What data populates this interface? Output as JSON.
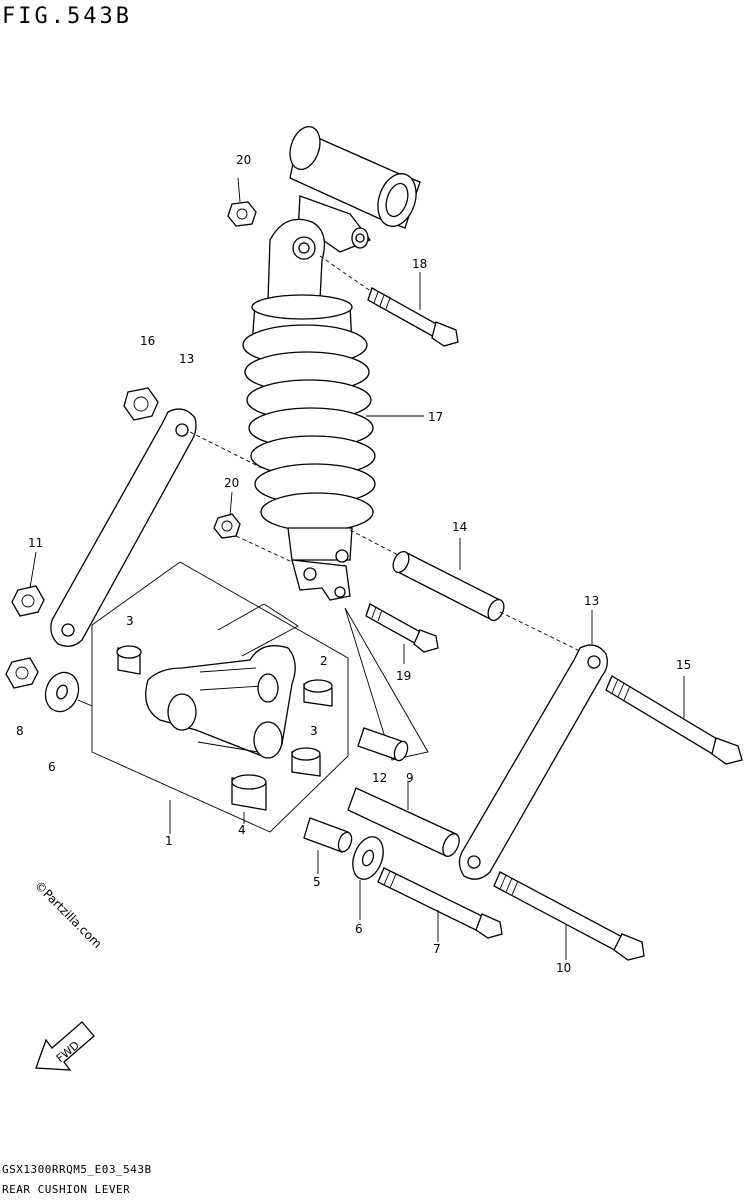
{
  "figure": {
    "title": "FIG.543B",
    "footer_code": "GSX1300RRQM5_E03_543B",
    "footer_name": "REAR CUSHION LEVER",
    "watermark": "©Partzilla.com",
    "fwd_label": "FWD"
  },
  "callouts": [
    {
      "id": "c20a",
      "label": "20"
    },
    {
      "id": "c18",
      "label": "18"
    },
    {
      "id": "c16",
      "label": "16"
    },
    {
      "id": "c13a",
      "label": "13"
    },
    {
      "id": "c17",
      "label": "17"
    },
    {
      "id": "c20b",
      "label": "20"
    },
    {
      "id": "c14",
      "label": "14"
    },
    {
      "id": "c11",
      "label": "11"
    },
    {
      "id": "c13b",
      "label": "13"
    },
    {
      "id": "c15",
      "label": "15"
    },
    {
      "id": "c3a",
      "label": "3"
    },
    {
      "id": "c2",
      "label": "2"
    },
    {
      "id": "c3b",
      "label": "3"
    },
    {
      "id": "c19",
      "label": "19"
    },
    {
      "id": "c8",
      "label": "8"
    },
    {
      "id": "c6a",
      "label": "6"
    },
    {
      "id": "c12",
      "label": "12"
    },
    {
      "id": "c9",
      "label": "9"
    },
    {
      "id": "c1",
      "label": "1"
    },
    {
      "id": "c4",
      "label": "4"
    },
    {
      "id": "c5",
      "label": "5"
    },
    {
      "id": "c6b",
      "label": "6"
    },
    {
      "id": "c7",
      "label": "7"
    },
    {
      "id": "c10",
      "label": "10"
    }
  ]
}
